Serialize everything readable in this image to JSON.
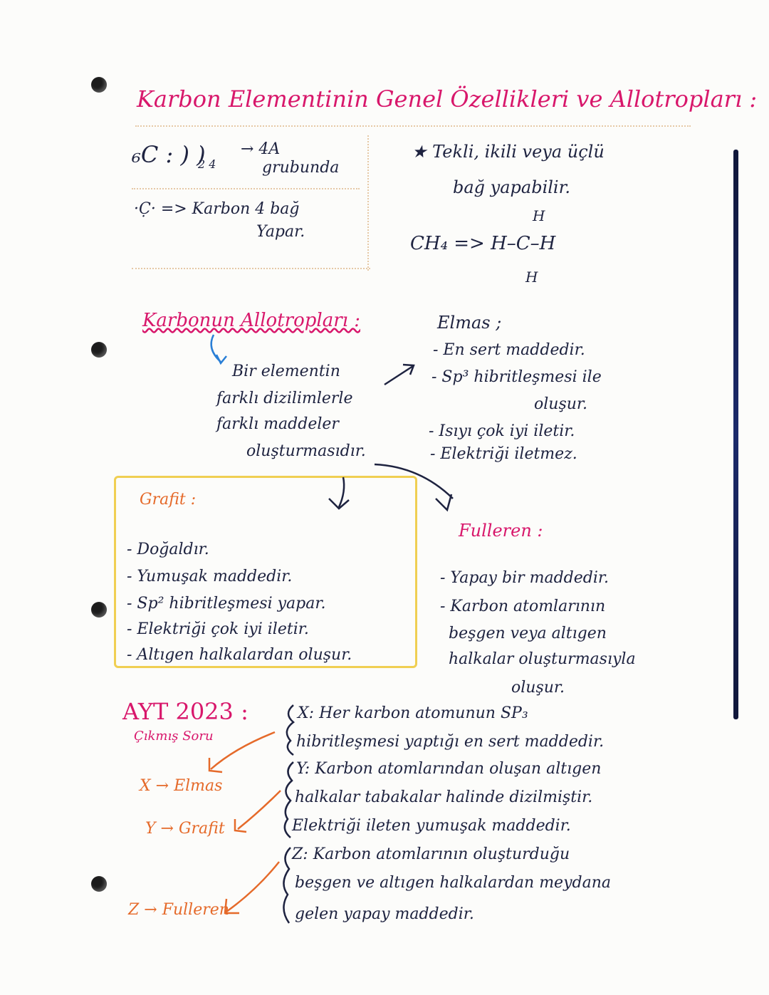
{
  "title": "Karbon Elementinin Genel Özellikleri ve Allotropları :",
  "intro": {
    "config_label": "₆C : ) )",
    "config_nums": "2 4",
    "group_line1": "→ 4A",
    "group_line2": "grubunda",
    "lewis_label": "·C̣· => Karbon 4 bağ",
    "lewis_line2": "Yapar.",
    "bond_line1": "★ Tekli, ikili veya üçlü",
    "bond_line2": "bağ yapabilir.",
    "methane": "CH₄ => H–C–H",
    "methane_h": "H"
  },
  "allotropes": {
    "heading": "Karbonun Allotropları :",
    "def_line1": "Bir elementin",
    "def_line2": "farklı dizilimlerle",
    "def_line3": "farklı maddeler",
    "def_line4": "oluşturmasıdır."
  },
  "elmas": {
    "title": "Elmas ;",
    "items": [
      "- En sert maddedir.",
      "- Sp³ hibritleşmesi ile",
      "oluşur.",
      "- Isıyı çok iyi iletir.",
      "- Elektriği iletmez."
    ]
  },
  "grafit": {
    "title": "Grafit :",
    "items": [
      "- Doğaldır.",
      "- Yumuşak maddedir.",
      "- Sp² hibritleşmesi yapar.",
      "- Elektriği çok iyi iletir.",
      "- Altıgen halkalardan oluşur."
    ]
  },
  "fulleren": {
    "title": "Fulleren :",
    "items": [
      "- Yapay bir maddedir.",
      "- Karbon atomlarının",
      "beşgen veya altıgen",
      "halkalar oluşturmasıyla",
      "oluşur."
    ]
  },
  "ayt": {
    "title": "AYT 2023 :",
    "subtitle": "Çıkmış Soru",
    "x_answer": "X → Elmas",
    "y_answer": "Y → Grafit",
    "z_answer": "Z → Fulleren",
    "lines": [
      "X: Her karbon atomunun SP₃",
      "hibritleşmesi yaptığı en sert maddedir.",
      "Y: Karbon atomlarından oluşan altıgen",
      "halkalar tabakalar halinde dizilmiştir.",
      "Elektriği ileten yumuşak maddedir.",
      "Z: Karbon atomlarının oluşturduğu",
      "beşgen ve altıgen halkalardan meydana",
      "gelen yapay maddedir."
    ]
  },
  "colors": {
    "title": "#d8176b",
    "ink": "#1e2340",
    "orange": "#e56a2a",
    "box": "#f0cf52"
  }
}
